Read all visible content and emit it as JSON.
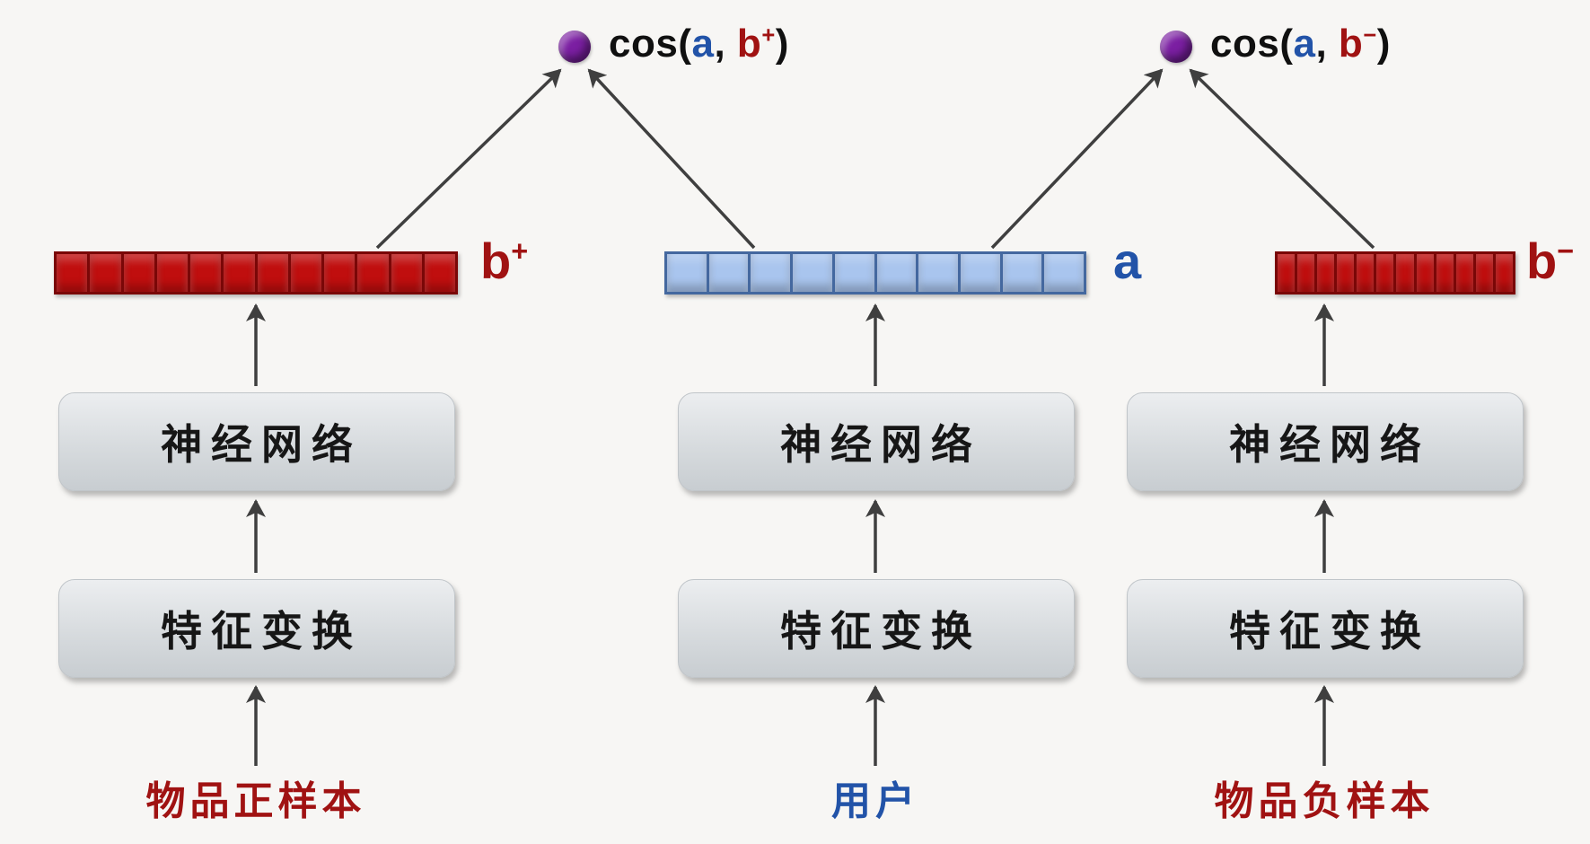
{
  "canvas": {
    "background": "#f7f6f4"
  },
  "scores": [
    {
      "func": "cos(",
      "arg_a": "a",
      "sep": ", ",
      "arg_b": "b",
      "sup": "+",
      "close": ")"
    },
    {
      "func": "cos(",
      "arg_a": "a",
      "sep": ", ",
      "arg_b": "b",
      "sup": "−",
      "close": ")"
    }
  ],
  "columns": [
    {
      "vector_label": "b",
      "vector_sup": "+",
      "cells": 12,
      "theme": "red",
      "nn_label": "神经网络",
      "feature_label": "特征变换",
      "input_label": "物品正样本"
    },
    {
      "vector_label": "a",
      "vector_sup": "",
      "cells": 10,
      "theme": "blue",
      "nn_label": "神经网络",
      "feature_label": "特征变换",
      "input_label": "用户"
    },
    {
      "vector_label": "b",
      "vector_sup": "−",
      "cells": 12,
      "theme": "red",
      "nn_label": "神经网络",
      "feature_label": "特征变换",
      "input_label": "物品负样本"
    }
  ],
  "themes": {
    "red": {
      "cell_fill": "#c00e0e",
      "cell_border": "#7a0707",
      "text": "#a01212"
    },
    "blue": {
      "cell_fill": "#a9c5ee",
      "cell_border": "#44689f",
      "text": "#2253a8"
    }
  },
  "colors": {
    "circle": "#7b1fa2",
    "arrow": "#3f3f3f",
    "box_text": "#161616",
    "score_text": "#101010"
  }
}
